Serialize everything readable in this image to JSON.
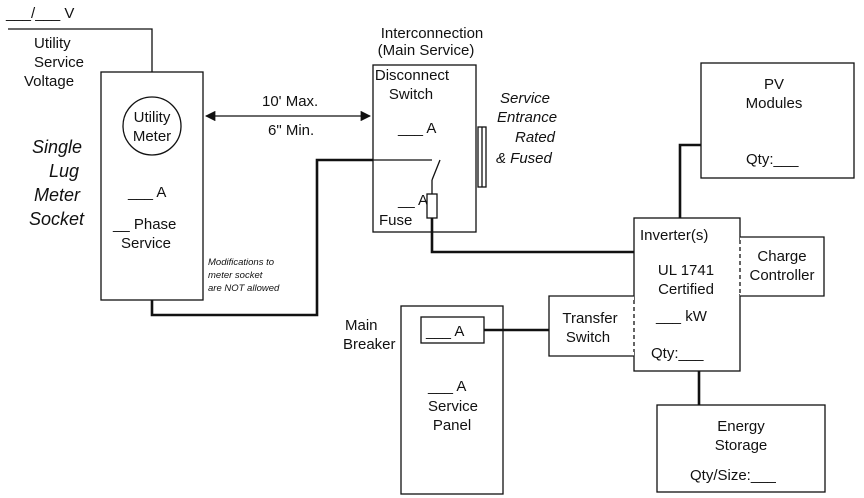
{
  "utility": {
    "voltage_blank": "___/___ V",
    "line1": "Utility",
    "line2": "Service",
    "line3": "Voltage"
  },
  "meter": {
    "side_label": [
      "Single",
      "Lug",
      "Meter",
      "Socket"
    ],
    "meter_label": [
      "Utility",
      "Meter"
    ],
    "amps": "___ A",
    "phase": "__ Phase",
    "service": "Service",
    "modifications_note": [
      "Modifications to",
      "meter socket",
      "are NOT allowed"
    ]
  },
  "distance": {
    "max": "10' Max.",
    "min": "6\" Min."
  },
  "disconnect": {
    "heading": [
      "Interconnection",
      "(Main Service)"
    ],
    "title": [
      "Disconnect",
      "Switch"
    ],
    "amps": "___ A",
    "fuse_amps": "__ A",
    "fuse": "Fuse",
    "side_note": [
      "Service",
      "Entrance",
      "Rated",
      "& Fused"
    ]
  },
  "pv": {
    "title": [
      "PV",
      "Modules"
    ],
    "qty": "Qty:___"
  },
  "inverter": {
    "title": "Inverter(s)",
    "cert": [
      "UL 1741",
      "Certified"
    ],
    "kw": "___ kW",
    "qty": "Qty:___"
  },
  "charge_controller": {
    "title": [
      "Charge",
      "Controller"
    ]
  },
  "transfer_switch": {
    "title": [
      "Transfer",
      "Switch"
    ]
  },
  "main_breaker": {
    "title": [
      "Main",
      "Breaker"
    ],
    "amps": "___ A"
  },
  "service_panel": {
    "amps": "___ A",
    "title": [
      "Service",
      "Panel"
    ]
  },
  "energy_storage": {
    "title": [
      "Energy",
      "Storage"
    ],
    "qty": "Qty/Size:___"
  }
}
